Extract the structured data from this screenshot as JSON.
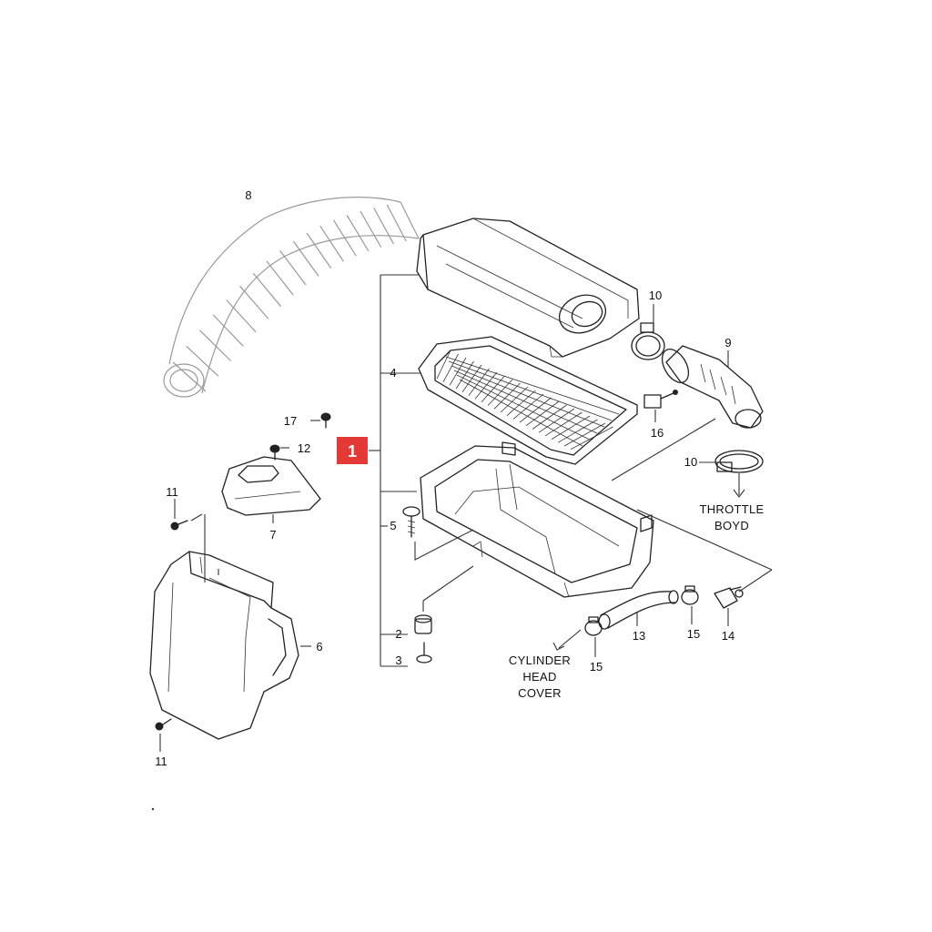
{
  "callouts": {
    "main": "1",
    "grommet": "2",
    "stud_bolt": "3",
    "filter_element": "4",
    "bolt": "5",
    "resonator": "6",
    "bracket": "7",
    "outlet_hose": "9",
    "hose_clamp_upper": "10",
    "hose_clamp_lower": "10",
    "screw_upper": "11",
    "screw_lower": "11",
    "bolt_bracket": "12",
    "pcv_hose": "13",
    "pcv_connector": "14",
    "clamp_right": "15",
    "clamp_left": "15",
    "sensor": "16",
    "screw_top": "17",
    "inlet_hose": "8"
  },
  "notes": {
    "throttle_line1": "THROTTLE",
    "throttle_line2": "BOYD",
    "cyl_line1": "CYLINDER",
    "cyl_line2": "HEAD",
    "cyl_line3": "COVER"
  },
  "colors": {
    "badge": "#e53935",
    "line": "#222222",
    "faded": "#9a9a9a"
  }
}
